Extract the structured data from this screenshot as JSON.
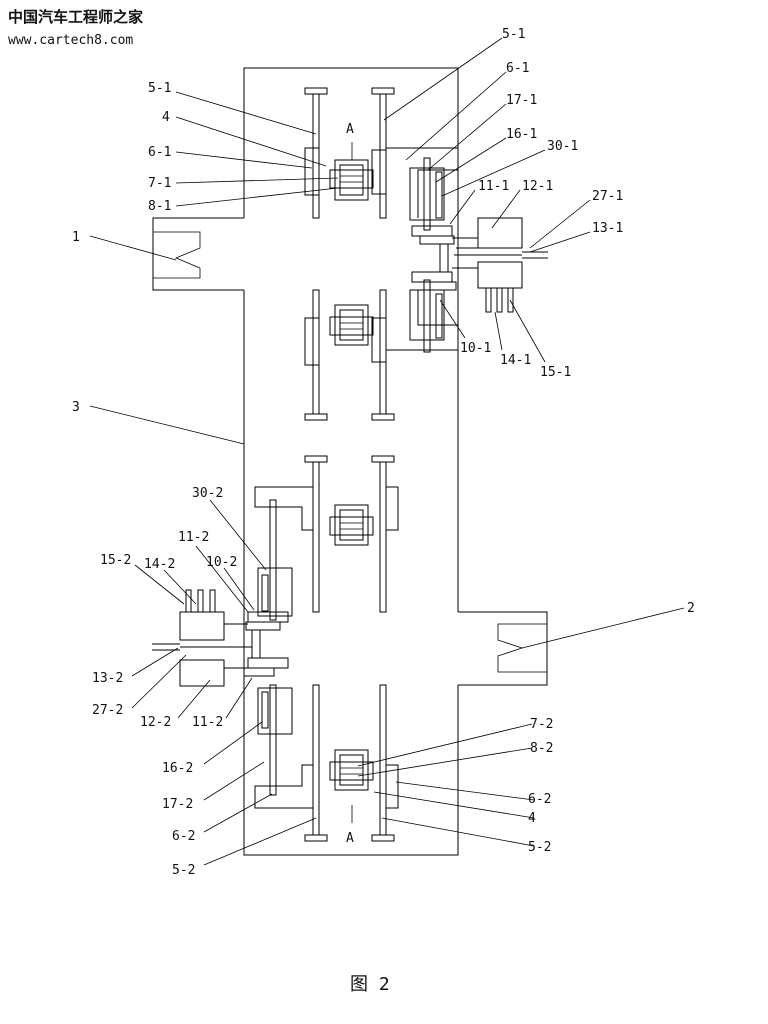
{
  "watermark": {
    "brand": "中国汽车工程师之家",
    "url": "www.cartech8.com"
  },
  "caption": "图 2",
  "section_marks": [
    "A",
    "A"
  ],
  "labels": {
    "l_1": "1",
    "l_2": "2",
    "l_3": "3",
    "l_4a": "4",
    "l_4b": "4",
    "l_5_1a": "5-1",
    "l_5_1b": "5-1",
    "l_6_1a": "6-1",
    "l_6_1b": "6-1",
    "l_7_1": "7-1",
    "l_8_1": "8-1",
    "l_17_1": "17-1",
    "l_16_1": "16-1",
    "l_30_1": "30-1",
    "l_11_1": "11-1",
    "l_12_1": "12-1",
    "l_27_1": "27-1",
    "l_13_1": "13-1",
    "l_10_1": "10-1",
    "l_14_1": "14-1",
    "l_15_1": "15-1",
    "l_30_2": "30-2",
    "l_11_2a": "11-2",
    "l_10_2": "10-2",
    "l_15_2": "15-2",
    "l_14_2": "14-2",
    "l_13_2": "13-2",
    "l_27_2": "27-2",
    "l_12_2": "12-2",
    "l_11_2b": "11-2",
    "l_16_2": "16-2",
    "l_17_2": "17-2",
    "l_6_2a": "6-2",
    "l_6_2b": "6-2",
    "l_5_2a": "5-2",
    "l_5_2b": "5-2",
    "l_7_2": "7-2",
    "l_8_2": "8-2"
  }
}
